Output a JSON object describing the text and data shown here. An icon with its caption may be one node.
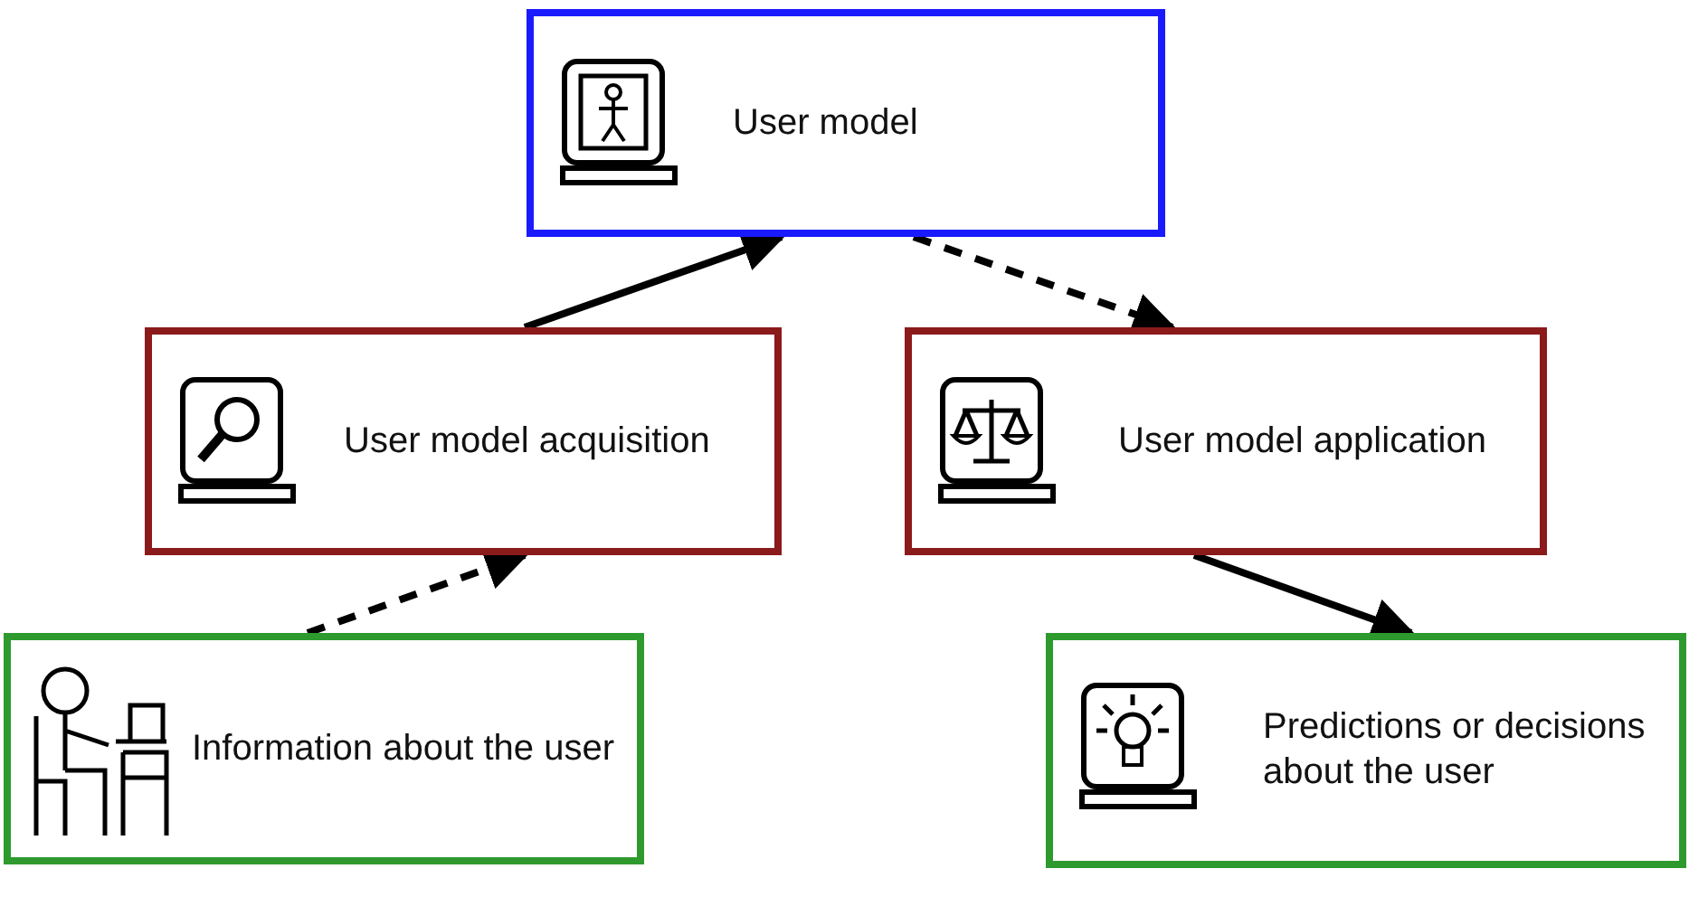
{
  "diagram": {
    "nodes": [
      {
        "text": [
          "User model"
        ]
      },
      {
        "text": [
          "User model acquisition"
        ]
      },
      {
        "text": [
          "User model application"
        ]
      },
      {
        "text": [
          "Information about the user"
        ]
      },
      {
        "text": [
          "Predictions or decisions about the user"
        ]
      }
    ],
    "edges": [
      {
        "from": 1,
        "to": 0,
        "arrow": "to"
      },
      {
        "from": 0,
        "to": 2,
        "arrow": "to",
        "style": "dashed"
      },
      {
        "from": 3,
        "to": 1,
        "arrow": "to",
        "style": "dashed"
      },
      {
        "from": 2,
        "to": 4,
        "arrow": "to"
      }
    ]
  }
}
